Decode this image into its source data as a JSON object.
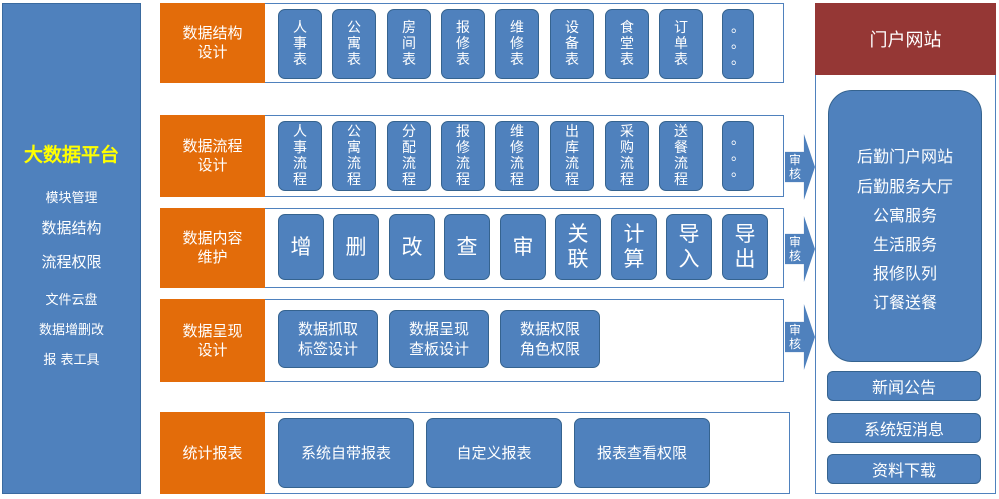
{
  "left_panel": {
    "title": "大数据平台",
    "items": [
      "模块管理",
      "数据结构",
      "流程权限",
      "文件云盘",
      "数据增删改",
      "报 表工具"
    ]
  },
  "rows": [
    {
      "label": "数据结构\n设计",
      "items": [
        "人\n事\n表",
        "公\n寓\n表",
        "房\n间\n表",
        "报\n修\n表",
        "维\n修\n表",
        "设\n备\n表",
        "食\n堂\n表",
        "订\n单\n表",
        "。\n。\n。"
      ]
    },
    {
      "label": "数据流程\n设计",
      "items": [
        "人\n事\n流\n程",
        "公\n寓\n流\n程",
        "分\n配\n流\n程",
        "报\n修\n流\n程",
        "维\n修\n流\n程",
        "出\n库\n流\n程",
        "采\n购\n流\n程",
        "送\n餐\n流\n程",
        "。\n。\n。"
      ]
    },
    {
      "label": "数据内容\n维护",
      "items": [
        "增",
        "删",
        "改",
        "查",
        "审",
        "关\n联",
        "计\n算",
        "导\n入",
        "导\n出"
      ]
    },
    {
      "label": "数据呈现\n设计",
      "items": [
        "数据抓取\n标签设计",
        "数据呈现\n查板设计",
        "数据权限\n角色权限"
      ]
    },
    {
      "label": "统计报表",
      "items": [
        "系统自带报表",
        "自定义报表",
        "报表查看权限"
      ]
    }
  ],
  "arrows": [
    "审\n核",
    "审\n核",
    "审\n核"
  ],
  "right_panel": {
    "title": "门户网站",
    "services": [
      "后勤门户网站",
      "后勤服务大厅",
      "公寓服务",
      "生活服务",
      "报修队列",
      "订餐送餐"
    ],
    "buttons": [
      "新闻公告",
      "系统短消息",
      "资料下载"
    ]
  },
  "colors": {
    "blue": "#4f81bd",
    "orange": "#e36c0a",
    "dark_red": "#953735",
    "yellow": "#ffff00"
  }
}
